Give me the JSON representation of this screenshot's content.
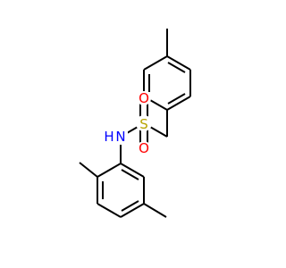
{
  "colors": {
    "background": "#ffffff",
    "bond": "#000000",
    "sulfur": "#b8a400",
    "oxygen": "#ff0000",
    "nitrogen": "#0000ff"
  },
  "atoms": {
    "sulfur": "S",
    "oxygen_top": "O",
    "oxygen_bottom": "O",
    "nitrogen": "N",
    "hydrogen": "H"
  }
}
